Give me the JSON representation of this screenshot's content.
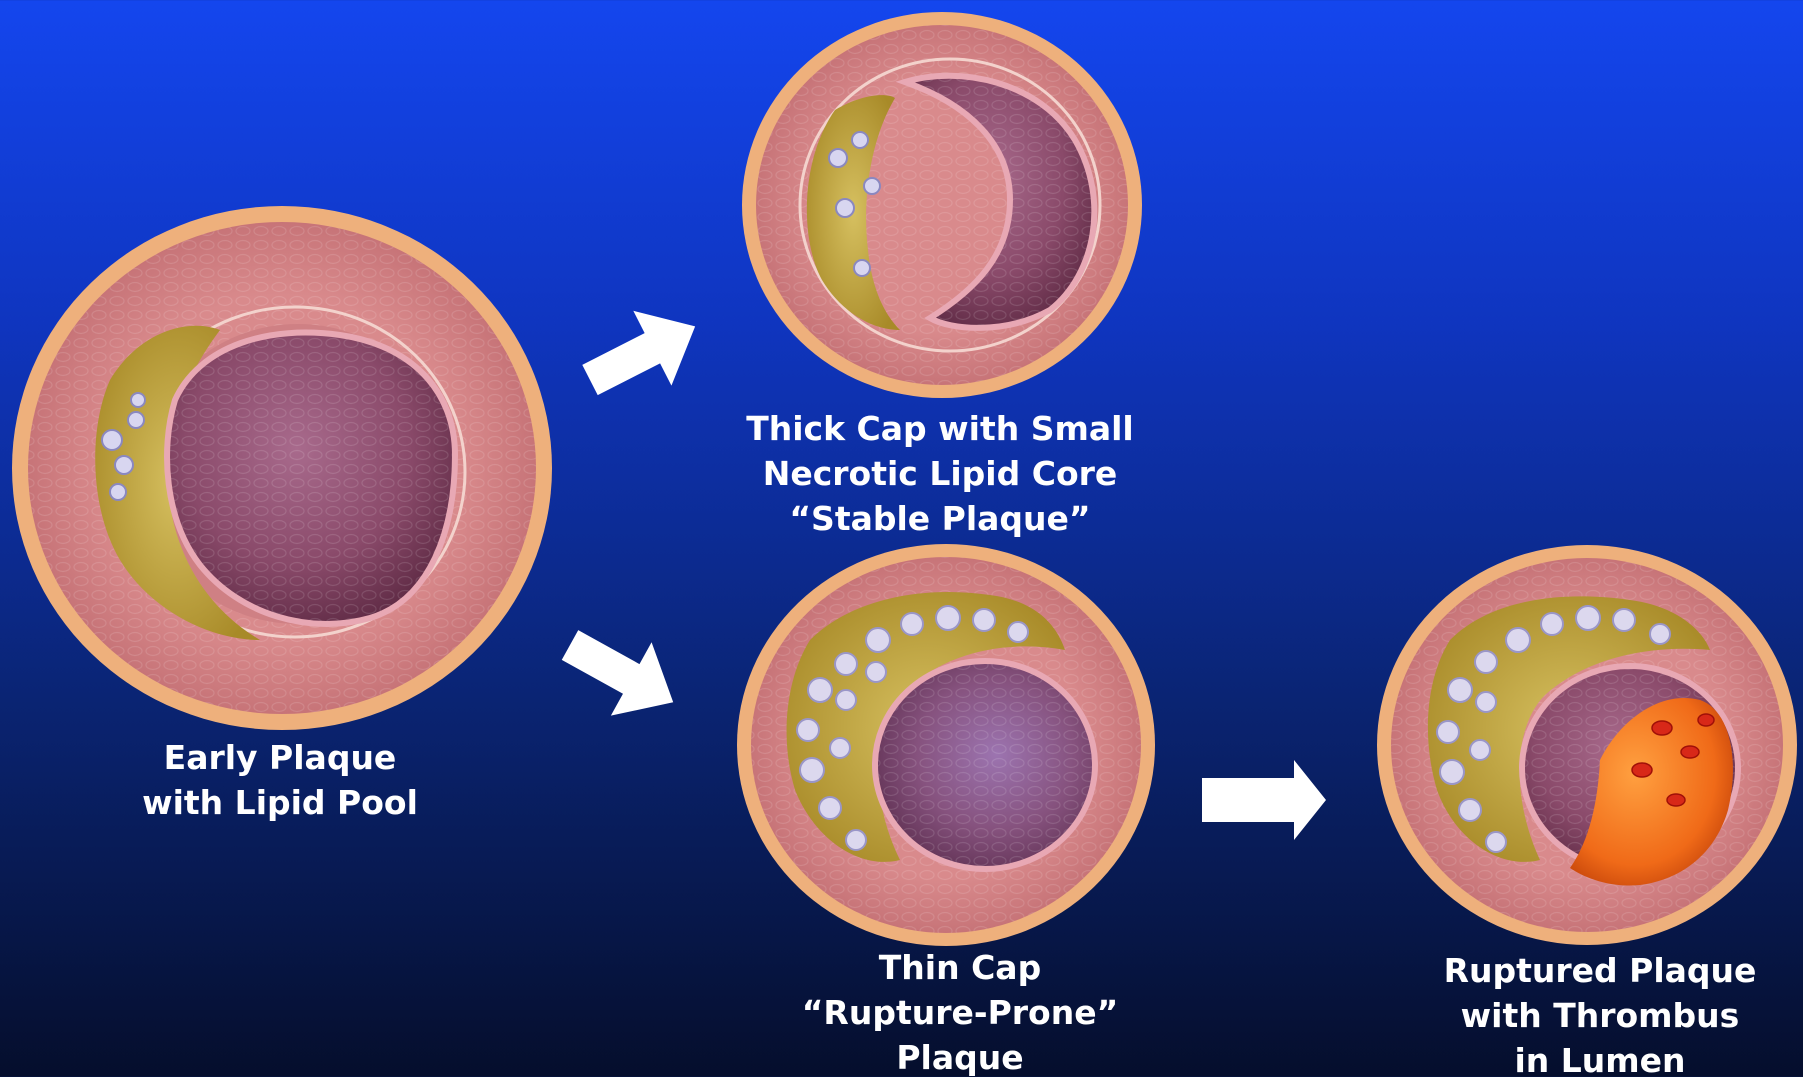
{
  "captions": {
    "early_plaque": [
      "Early Plaque",
      "with Lipid Pool"
    ],
    "stable_plaque": [
      "Thick Cap with Small",
      "Necrotic Lipid Core",
      "“Stable Plaque”"
    ],
    "thin_cap": [
      "Thin Cap",
      "“Rupture-Prone”",
      "Plaque"
    ],
    "ruptured_plaque": [
      "Ruptured Plaque",
      "with Thrombus",
      "in Lumen"
    ]
  },
  "colors": {
    "background_top": "#1446ee",
    "background_bottom": "#050e2c",
    "adventitia": "#e8a878",
    "media": "#d98a8c",
    "lumen": "#8a4a6a",
    "lipid": "#c8b040",
    "foam_cell": "#c8c8e8",
    "thrombus": "#f07020",
    "arrow": "#ffffff",
    "caption_text": "#ffffff"
  }
}
